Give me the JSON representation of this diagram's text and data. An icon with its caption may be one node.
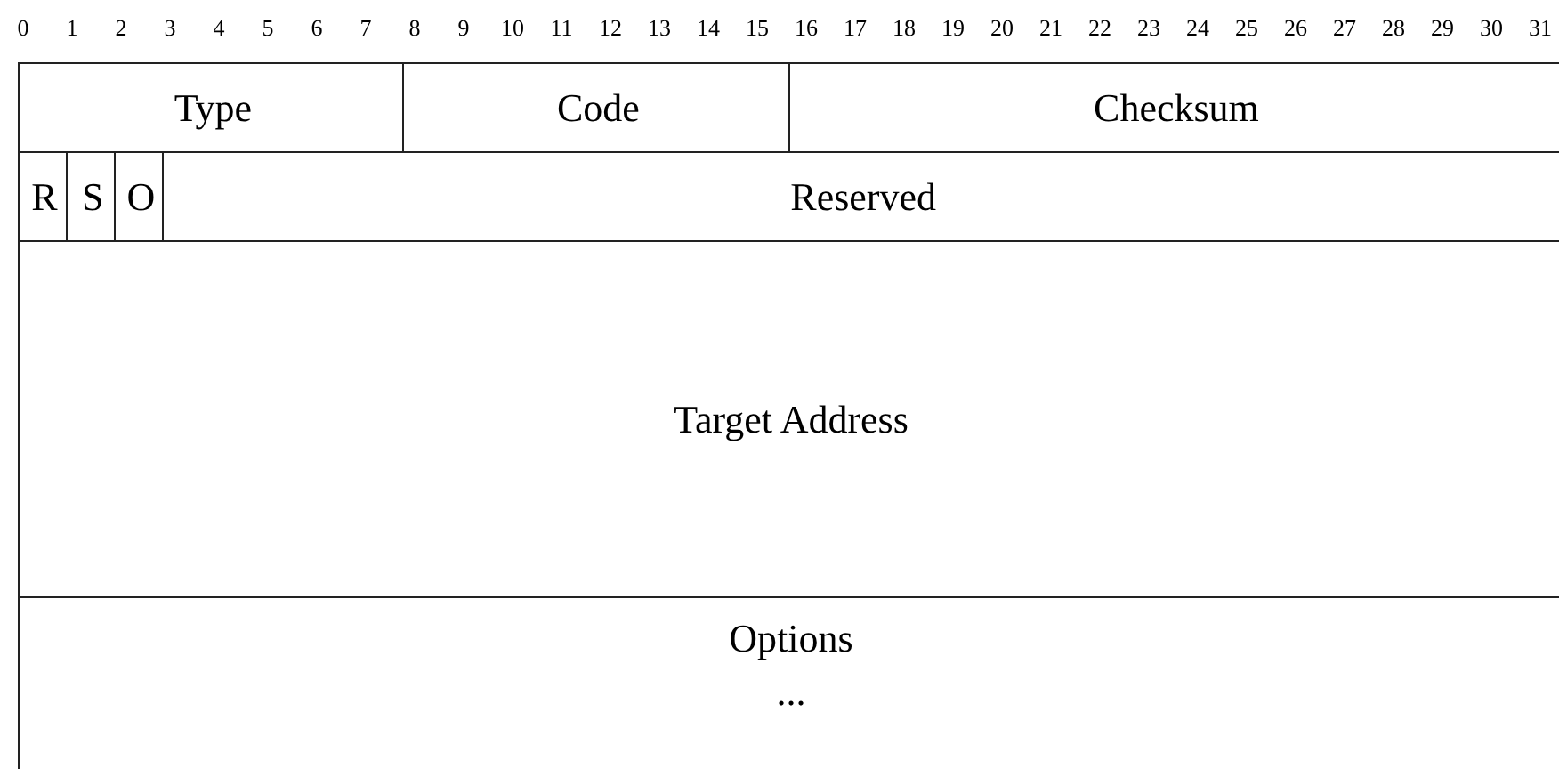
{
  "diagram": {
    "nodes": [
      {
        "text": [
          "Type"
        ]
      },
      {
        "text": [
          "Code"
        ]
      },
      {
        "text": [
          "Checksum"
        ]
      },
      {
        "text": [
          "R"
        ]
      },
      {
        "text": [
          "S"
        ]
      },
      {
        "text": [
          "O"
        ]
      },
      {
        "text": [
          "Reserved"
        ]
      },
      {
        "text": [
          "Target Address"
        ]
      },
      {
        "text": [
          "Options",
          "..."
        ]
      }
    ],
    "labels": [
      "0",
      "1",
      "2",
      "3",
      "4",
      "5",
      "6",
      "7",
      "8",
      "9",
      "10",
      "11",
      "12",
      "13",
      "14",
      "15",
      "16",
      "17",
      "18",
      "19",
      "20",
      "21",
      "22",
      "23",
      "24",
      "25",
      "26",
      "27",
      "28",
      "29",
      "30",
      "31"
    ]
  }
}
